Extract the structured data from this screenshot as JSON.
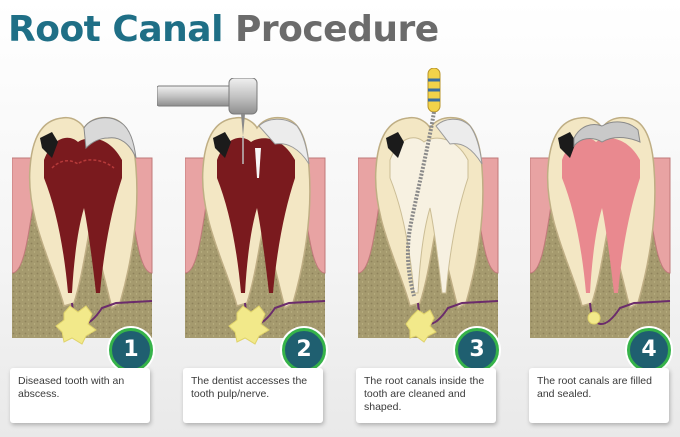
{
  "title": {
    "part1": "Root Canal",
    "part2": "Procedure"
  },
  "colors": {
    "title_teal": "#1f6f86",
    "title_gray": "#6b6b6b",
    "badge_fill": "#1f5f70",
    "badge_ring": "#36b34a",
    "bone": "#a59a6e",
    "gum": "#e8a3a3",
    "pulp_infected": "#7a1a1e",
    "pulp_filled": "#e9898f",
    "abscess": "#f2e98a"
  },
  "steps": [
    {
      "number": "1",
      "caption": "Diseased tooth with an abscess."
    },
    {
      "number": "2",
      "caption": "The dentist accesses the tooth pulp/nerve."
    },
    {
      "number": "3",
      "caption": "The root canals inside the tooth are cleaned and shaped."
    },
    {
      "number": "4",
      "caption": "The root canals are filled and sealed."
    }
  ]
}
